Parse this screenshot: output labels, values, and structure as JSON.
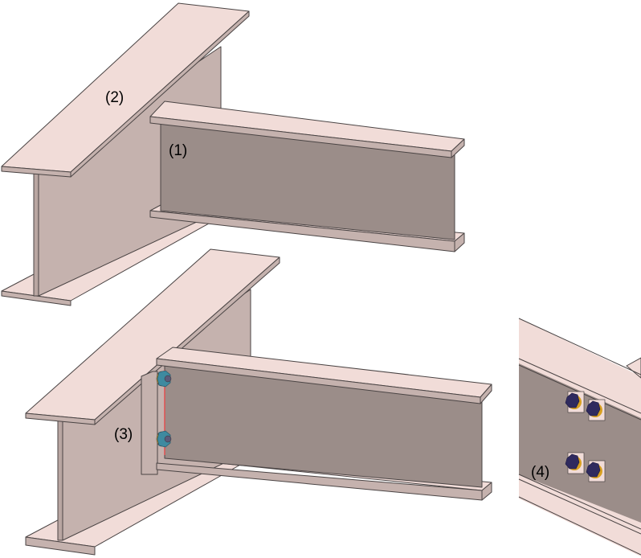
{
  "labels": {
    "beam_main": "(2)",
    "beam_secondary": "(1)",
    "end_plate_connection": "(3)",
    "bolt_detail": "(4)"
  },
  "colors": {
    "flange": "#f1dcd8",
    "web_light": "#c5b2ae",
    "web_dark": "#9b8d89",
    "edge": "#4a4444",
    "bolt_nut": "#3e8aa0",
    "bolt_detail_nut": "#2f2a5e",
    "washer": "#d8a020",
    "end_plate_line": "#e05050"
  }
}
